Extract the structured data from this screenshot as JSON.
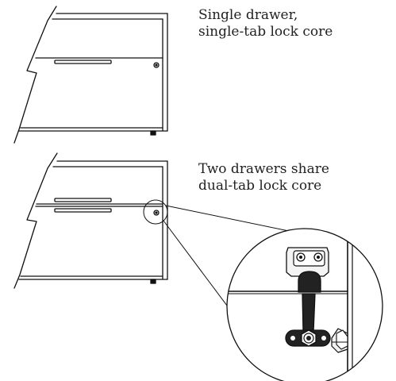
{
  "captions": {
    "single_drawer": {
      "line1": "Single drawer,",
      "line2": "single-tab lock core"
    },
    "two_drawers": {
      "line1": "Two drawers share",
      "line2": "dual-tab lock core"
    }
  },
  "colors": {
    "line": "#111111",
    "background": "#ffffff",
    "metal_light": "#eeeeee",
    "metal_dark": "#222222",
    "text": "#222222"
  }
}
